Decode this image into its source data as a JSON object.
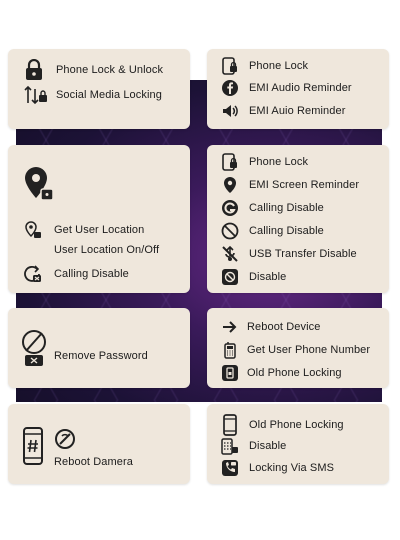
{
  "card1": {
    "items": [
      "Phone Lock & Unlock",
      "Social Media Locking"
    ]
  },
  "card2": {
    "items": [
      "Phone Lock",
      "EMI Audio Reminder",
      "EMI Auio Reminder"
    ]
  },
  "card3": {
    "items": [
      "Get User Location",
      "User Location On/Off",
      "Calling Disable"
    ]
  },
  "card4": {
    "items": [
      "Phone Lock",
      "EMI Screen Reminder",
      "Calling Disable",
      "Calling Disable",
      "USB Transfer Disable",
      "Disable"
    ]
  },
  "card5": {
    "items": [
      "Remove Password"
    ]
  },
  "card6": {
    "items": [
      "Reboot Device",
      "Get User Phone Number",
      "Old Phone Locking"
    ]
  },
  "card7": {
    "items": [
      "Reboot Damera"
    ]
  },
  "card8": {
    "items": [
      "Old Phone Locking",
      "Disable",
      "Locking Via SMS"
    ]
  }
}
